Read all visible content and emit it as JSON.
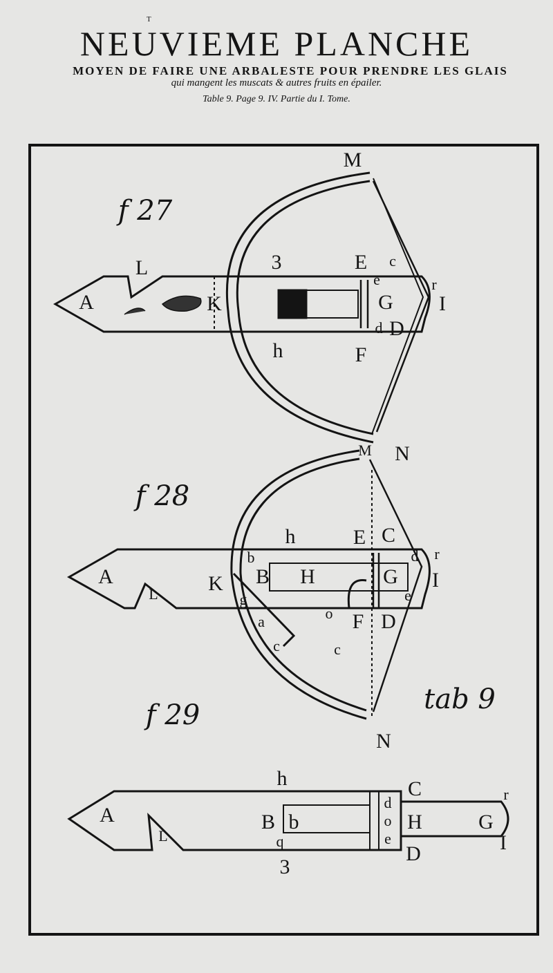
{
  "header": {
    "page_marker": "T",
    "title": "NEUVIEME PLANCHE",
    "subtitle": "MOYEN DE FAIRE UNE ARBALESTE POUR PRENDRE LES GLAIS",
    "subtitle_line2": "qui mangent les muscats & autres fruits en épailer.",
    "reference": "Table 9.  Page 9.  IV. Partie du I. Tome."
  },
  "fig27": {
    "caption": "f 27",
    "labels": [
      "M",
      "L",
      "3",
      "E",
      "c",
      "e",
      "r",
      "A",
      "K",
      "G",
      "I",
      "d",
      "D",
      "h",
      "F"
    ]
  },
  "fig28": {
    "caption": "f 28",
    "labels": [
      "M",
      "N",
      "h",
      "E",
      "C",
      "d",
      "r",
      "A",
      "K",
      "B",
      "H",
      "G",
      "I",
      "L",
      "b",
      "e",
      "F",
      "D",
      "a",
      "c",
      "c",
      "o",
      "g"
    ]
  },
  "fig29": {
    "caption": "f 29",
    "tab_label": "tab 9",
    "labels": [
      "N",
      "h",
      "C",
      "r",
      "A",
      "B",
      "b",
      "d",
      "o",
      "H",
      "G",
      "e",
      "I",
      "D",
      "3",
      "L",
      "q"
    ]
  }
}
